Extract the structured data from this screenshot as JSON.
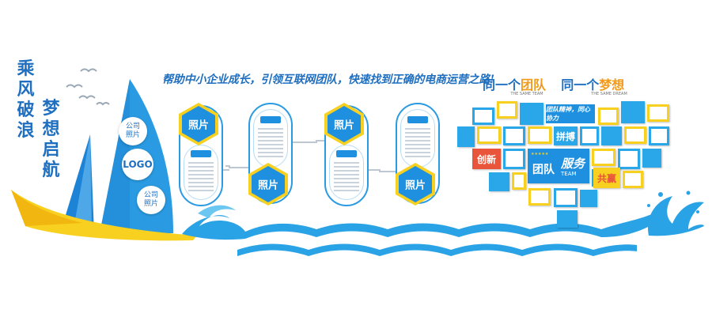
{
  "left_slogan": {
    "col1": [
      "乘",
      "风",
      "破",
      "浪"
    ],
    "col2": [
      "梦",
      "想",
      "启",
      "航"
    ]
  },
  "sail_circles": [
    {
      "lines": [
        "公司",
        "照片"
      ]
    },
    {
      "lines": [
        "LOGO"
      ]
    },
    {
      "lines": [
        "公司",
        "照片"
      ]
    }
  ],
  "banner": "帮助中小企业成长，引领互联网团队，快速找到正确的电商运营之路!",
  "photo_label": "照片",
  "right_title": {
    "part1": "同一个",
    "part1_hl": "团队",
    "part2": "同一个",
    "part2_hl": "梦想"
  },
  "right_subtitle_small": [
    "THE SAME TEAM",
    "THE SAME DREAM"
  ],
  "heart_banner": "团队精神，同心协力",
  "words": {
    "chuangxin": "创新",
    "pinbo": "拼搏",
    "tuandui": "团队",
    "team_en": "TEAM",
    "fuwu": "服务",
    "gongying": "共赢"
  },
  "colors": {
    "blue": "#1f8fe0",
    "yellow": "#f7d020",
    "dark_blue": "#1f6fc0"
  }
}
